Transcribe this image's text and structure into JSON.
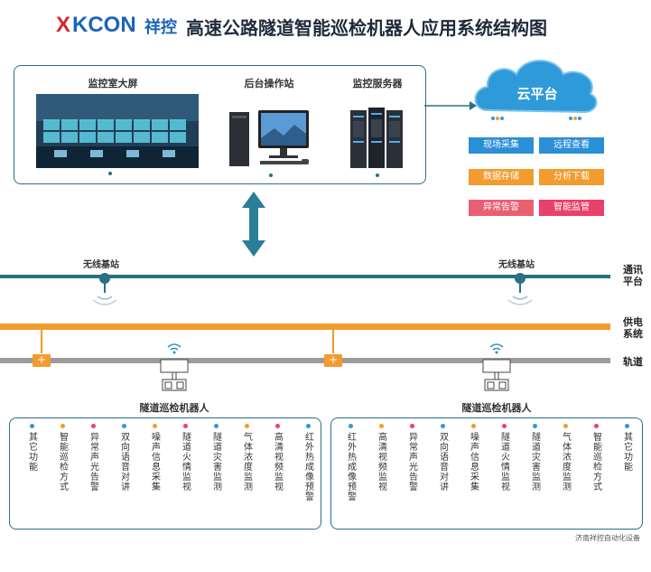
{
  "header": {
    "logo_x": "X",
    "logo_rest": "KCON",
    "logo_cn": "祥控",
    "title": "高速公路隧道智能巡检机器人应用系统结构图"
  },
  "monitoring": {
    "sections": [
      {
        "label": "监控室大屏",
        "icon": "video-wall-image"
      },
      {
        "label": "后台操作站",
        "icon": "workstation-pc"
      },
      {
        "label": "监控服务器",
        "icon": "server-rack"
      }
    ]
  },
  "cloud": {
    "label": "云平台",
    "buttons": [
      {
        "label": "现场采集",
        "color": "#2b8fd6"
      },
      {
        "label": "远程查看",
        "color": "#2b8fd6"
      },
      {
        "label": "数据存储",
        "color": "#f29b2f"
      },
      {
        "label": "分析下载",
        "color": "#f29b2f"
      },
      {
        "label": "异常告警",
        "color": "#e85f72"
      },
      {
        "label": "智能监管",
        "color": "#e8416b"
      }
    ]
  },
  "network": {
    "stations": [
      "无线基站",
      "无线基站"
    ],
    "rails": {
      "comm": "通讯平台",
      "power": "供电系统",
      "track": "轨道"
    },
    "junction_symbol": "+",
    "robots": [
      "隧道巡检机器人",
      "隧道巡检机器人"
    ]
  },
  "functions_left": [
    {
      "text": "其它功能",
      "color": "#2b9bd6"
    },
    {
      "text": "智能巡检方式",
      "color": "#f29b2f"
    },
    {
      "text": "异常声光告警",
      "color": "#e8416b"
    },
    {
      "text": "双向语音对讲",
      "color": "#2b9bd6"
    },
    {
      "text": "噪声信息采集",
      "color": "#f29b2f"
    },
    {
      "text": "隧道火情监视",
      "color": "#e8416b"
    },
    {
      "text": "隧道灾害监测",
      "color": "#2b9bd6"
    },
    {
      "text": "气体浓度监测",
      "color": "#f29b2f"
    },
    {
      "text": "高清视频监视",
      "color": "#e8416b"
    },
    {
      "text": "红外热成像预警",
      "color": "#2b9bd6"
    }
  ],
  "functions_right": [
    {
      "text": "红外热成像预警",
      "color": "#2b9bd6"
    },
    {
      "text": "高清视频监视",
      "color": "#f29b2f"
    },
    {
      "text": "异常声光告警",
      "color": "#e8416b"
    },
    {
      "text": "双向语音对讲",
      "color": "#2b9bd6"
    },
    {
      "text": "噪声信息采集",
      "color": "#f29b2f"
    },
    {
      "text": "隧道火情监视",
      "color": "#e8416b"
    },
    {
      "text": "隧道灾害监测",
      "color": "#2b9bd6"
    },
    {
      "text": "气体浓度监测",
      "color": "#f29b2f"
    },
    {
      "text": "智能巡检方式",
      "color": "#e8416b"
    },
    {
      "text": "其它功能",
      "color": "#2b9bd6"
    }
  ],
  "footer": "济南祥控自动化设备"
}
